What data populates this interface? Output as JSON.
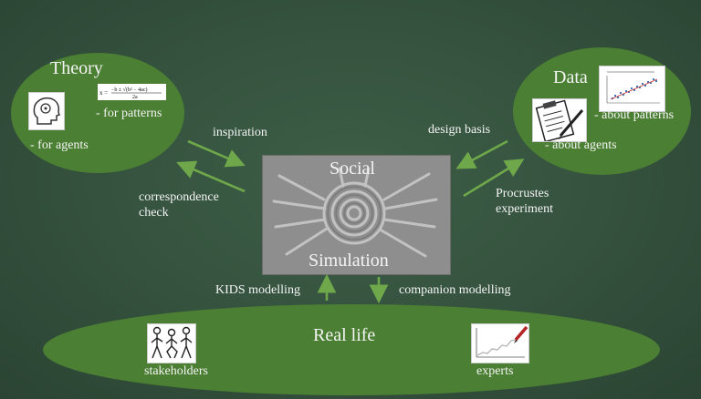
{
  "theory": {
    "title": "Theory",
    "formula": "x = (−b ± √(b² − 4ac)) / 2a",
    "patterns_label": "- for patterns",
    "agents_label": "- for agents",
    "head_icon": "head-gear-icon"
  },
  "data": {
    "title": "Data",
    "patterns_label": "- about patterns",
    "agents_label": "- about agents",
    "chart_icon": "scatter-chart-icon",
    "clipboard_icon": "clipboard-icon"
  },
  "simulation": {
    "line1": "Social",
    "line2": "Simulation"
  },
  "arrows": {
    "inspiration": "inspiration",
    "correspondence_line1": "correspondence",
    "correspondence_line2": "check",
    "design_basis": "design basis",
    "procrustes_line1": "Procrustes",
    "procrustes_line2": "experiment",
    "kids": "KIDS modelling",
    "companion": "companion modelling"
  },
  "real_life": {
    "title": "Real life",
    "stakeholders_label": "stakeholders",
    "experts_label": "experts",
    "stakeholders_icon": "people-icon",
    "experts_icon": "pen-chart-icon"
  },
  "colors": {
    "background": "#35533f",
    "ellipse": "#4b7f33",
    "arrow": "#6fa84a",
    "simulation_box": "#8e8e8e"
  }
}
